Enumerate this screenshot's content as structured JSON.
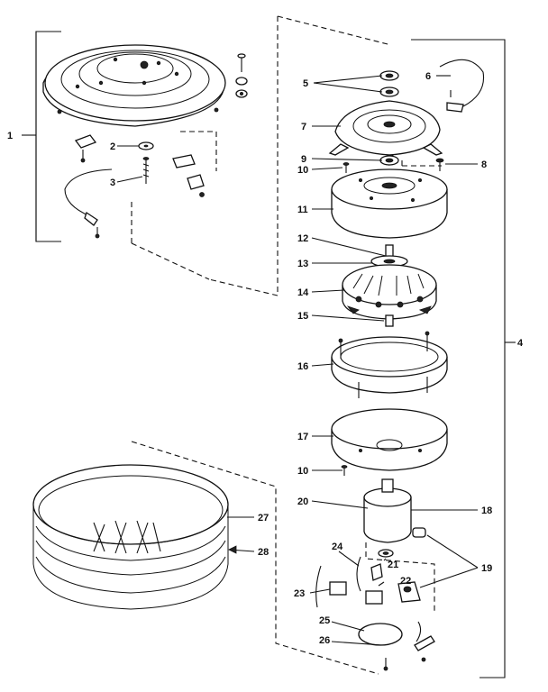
{
  "labels": {
    "l1": "1",
    "l2": "2",
    "l3": "3",
    "l4": "4",
    "l5": "5",
    "l6": "6",
    "l7": "7",
    "l8": "8",
    "l9": "9",
    "l10a": "10",
    "l10b": "10",
    "l11": "11",
    "l12": "12",
    "l13": "13",
    "l14": "14",
    "l15": "15",
    "l16": "16",
    "l17": "17",
    "l18": "18",
    "l19": "19",
    "l20": "20",
    "l21": "21",
    "l22": "22",
    "l23": "23",
    "l24": "24",
    "l25": "25",
    "l26": "26",
    "l27": "27",
    "l28": "28"
  }
}
